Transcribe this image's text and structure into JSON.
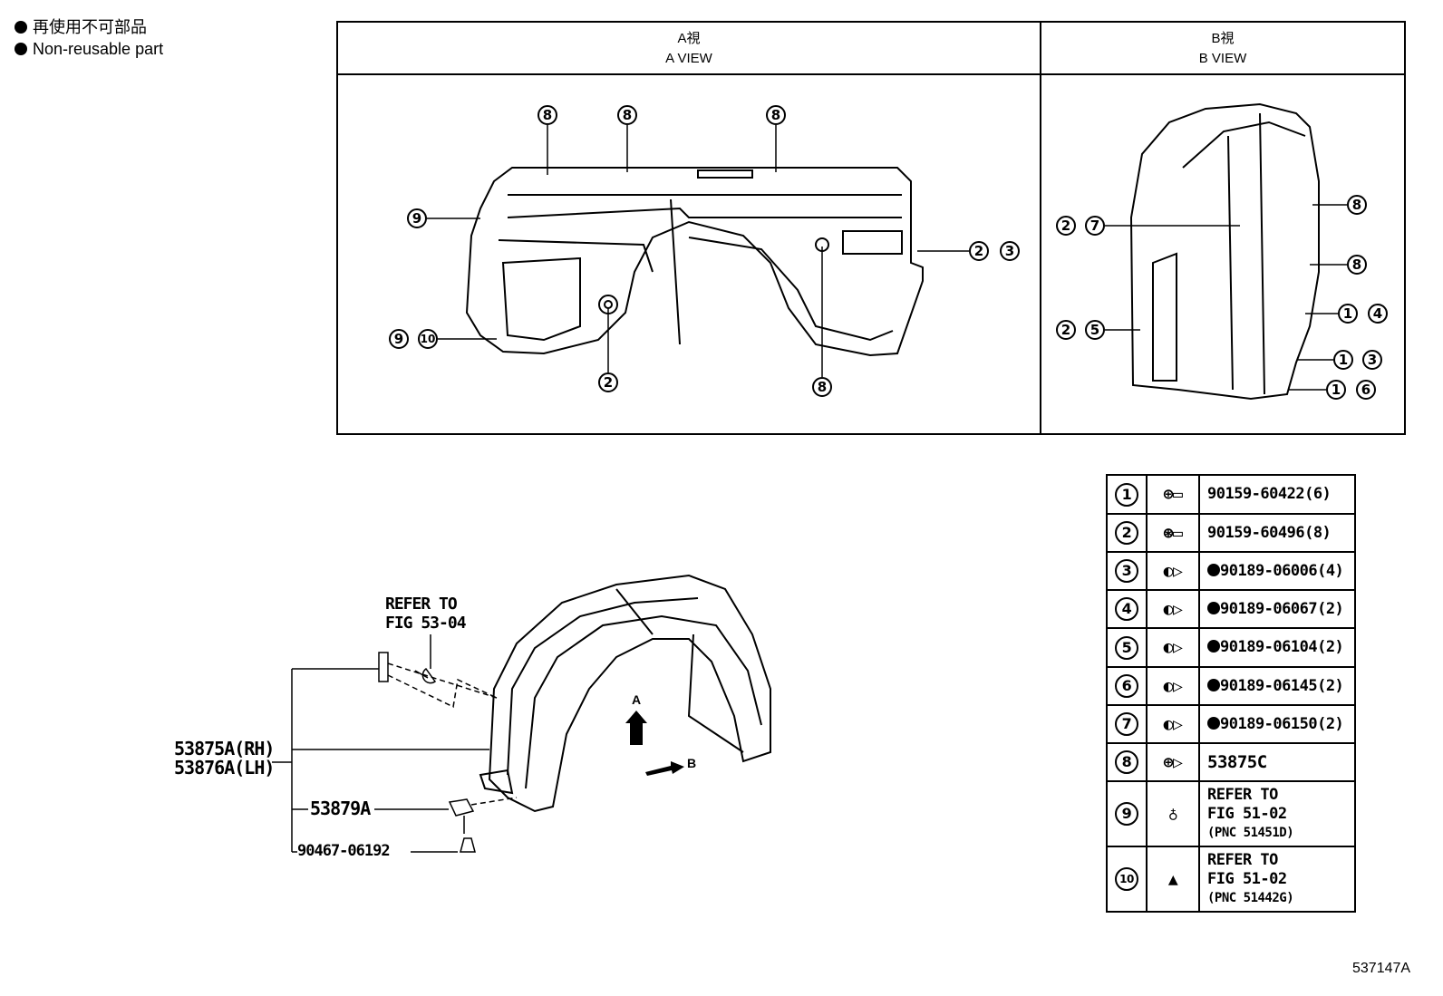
{
  "legend": {
    "japanese": "再使用不可部品",
    "english": "Non-reusable part"
  },
  "views": [
    {
      "title_jp": "A視",
      "title_en": "A VIEW"
    },
    {
      "title_jp": "B視",
      "title_en": "B VIEW"
    }
  ],
  "a_view_callouts": [
    "8",
    "8",
    "8",
    "9",
    "2",
    "3",
    "9",
    "10",
    "2",
    "8"
  ],
  "b_view_callouts": [
    "2",
    "7",
    "8",
    "8",
    "1",
    "4",
    "2",
    "5",
    "1",
    "3",
    "1",
    "6"
  ],
  "main_labels": {
    "refer_to": "REFER TO",
    "fig_ref": "FIG 53-04",
    "part_rh": "53875A(RH)",
    "part_lh": "53876A(LH)",
    "part_clip": "53879A",
    "part_screw": "90467-06192",
    "arrow_a": "A",
    "arrow_b": "B"
  },
  "parts_table": [
    {
      "no": "1",
      "icon": "screw-icon",
      "part": "90159-60422(6)",
      "lines": []
    },
    {
      "no": "2",
      "icon": "screw-icon",
      "part": "90159-60496(8)",
      "lines": []
    },
    {
      "no": "3",
      "icon": "clip-icon",
      "part": "90189-06006(4)",
      "non_reusable": true
    },
    {
      "no": "4",
      "icon": "clip-icon",
      "part": "90189-06067(2)",
      "non_reusable": true
    },
    {
      "no": "5",
      "icon": "clip-icon",
      "part": "90189-06104(2)",
      "non_reusable": true
    },
    {
      "no": "6",
      "icon": "clip-icon",
      "part": "90189-06145(2)",
      "non_reusable": true
    },
    {
      "no": "7",
      "icon": "clip-icon",
      "part": "90189-06150(2)",
      "non_reusable": true
    },
    {
      "no": "8",
      "icon": "clip-icon",
      "part": "53875C"
    },
    {
      "no": "9",
      "icon": "bolt-icon",
      "line1": "REFER TO",
      "line2": "FIG 51-02",
      "line3": "(PNC 51451D)"
    },
    {
      "no": "10",
      "icon": "nut-icon",
      "line1": "REFER TO",
      "line2": "FIG 51-02",
      "line3": "(PNC 51442G)"
    }
  ],
  "figure_id": "537147A"
}
